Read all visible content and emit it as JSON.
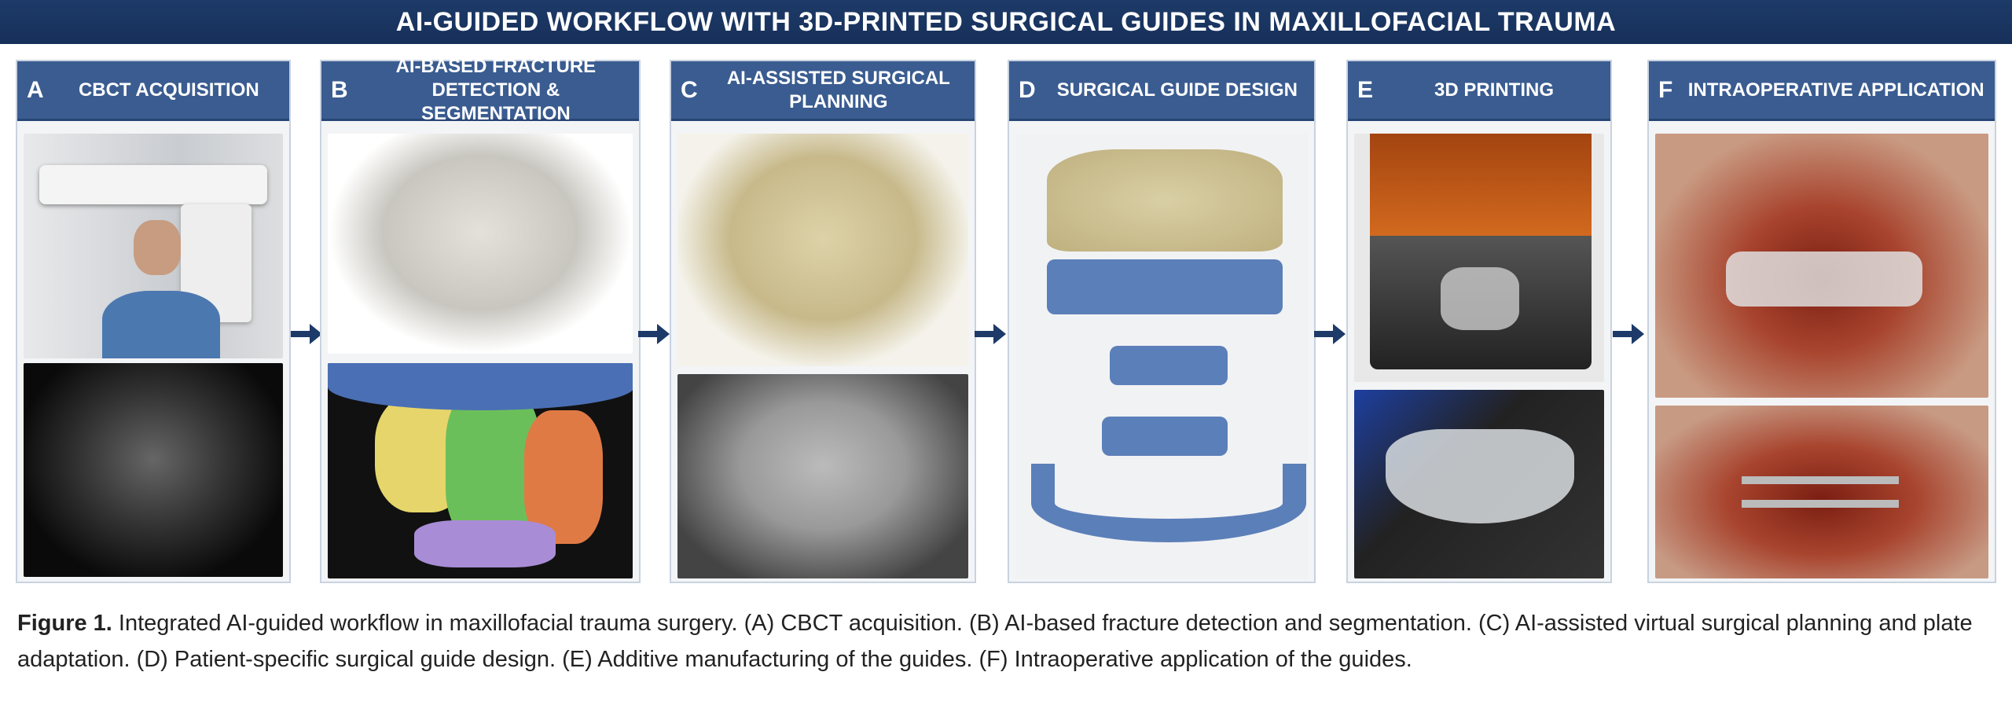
{
  "title": "AI-GUIDED WORKFLOW WITH 3D-PRINTED SURGICAL GUIDES IN MAXILLOFACIAL TRAUMA",
  "panels": [
    {
      "letter": "A",
      "label": "CBCT ACQUISITION"
    },
    {
      "letter": "B",
      "label": "AI-BASED FRACTURE DETECTION & SEGMENTATION"
    },
    {
      "letter": "C",
      "label": "AI-ASSISTED SURGICAL PLANNING"
    },
    {
      "letter": "D",
      "label": "SURGICAL GUIDE DESIGN"
    },
    {
      "letter": "E",
      "label": "3D PRINTING"
    },
    {
      "letter": "F",
      "label": "INTRAOPERATIVE APPLICATION"
    }
  ],
  "caption": {
    "label": "Figure 1.",
    "text": "Integrated AI-guided workflow in maxillofacial trauma surgery. (A) CBCT acquisition. (B) AI-based fracture detection and segmentation. (C) AI-assisted virtual surgical planning and plate adaptation. (D) Patient-specific surgical guide design. (E) Additive manufacturing of the guides. (F) Intraoperative application of the guides."
  },
  "colors": {
    "header": "#1d3a68",
    "panel_header": "#3a5c90",
    "arrow": "#1d3a68",
    "guide": "#5b7fb8"
  }
}
